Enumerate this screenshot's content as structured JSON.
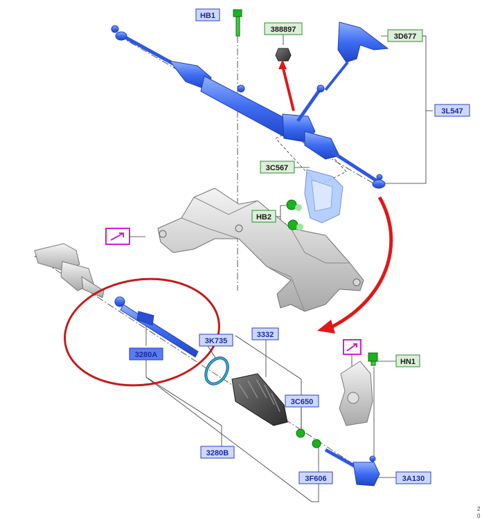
{
  "labels": {
    "hb1": "HB1",
    "p388897": "388897",
    "p3d677": "3D677",
    "p3l547": "3L547",
    "p3c567": "3C567",
    "hb2": "HB2",
    "p3k735": "3K735",
    "p3332": "3332",
    "p3280a": "3280A",
    "p3c650": "3C650",
    "hn1": "HN1",
    "p3280b": "3280B",
    "p3f606": "3F606",
    "p3a130": "3A130"
  },
  "corner_text": "2\n0",
  "colors": {
    "part_blue": "#3a66f0",
    "label_blue_fill": "#cdd8ff",
    "label_blue_border": "#2a3fc2",
    "label_green_border": "#2f8a2f",
    "label_green_fill": "#dcefd9",
    "arrow_red": "#e01818",
    "circle_red": "#c41a1a",
    "nut_green": "#19b41d",
    "magenta": "#cc22cc",
    "gray_part": "#c7c7c7"
  },
  "icons": [
    "note-icon-top",
    "note-icon-bottom"
  ]
}
